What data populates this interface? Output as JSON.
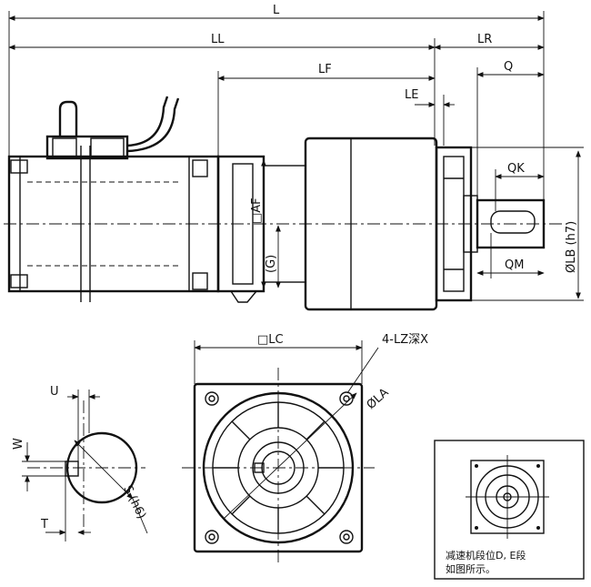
{
  "dimensions": {
    "L": "L",
    "LL": "LL",
    "LR": "LR",
    "LF": "LF",
    "Q": "Q",
    "LE": "LE",
    "QK": "QK",
    "QM": "QM",
    "LB": "ØLB (h7)",
    "AF": "□AF",
    "G": "(G)",
    "LC": "□LC",
    "LZ": "4-LZ深X",
    "LA": "ØLA",
    "U": "U",
    "W": "W",
    "T": "T",
    "S": "S (h6)"
  },
  "note": {
    "line1": "减速机段位D, E段",
    "line2": "如图所示。"
  }
}
